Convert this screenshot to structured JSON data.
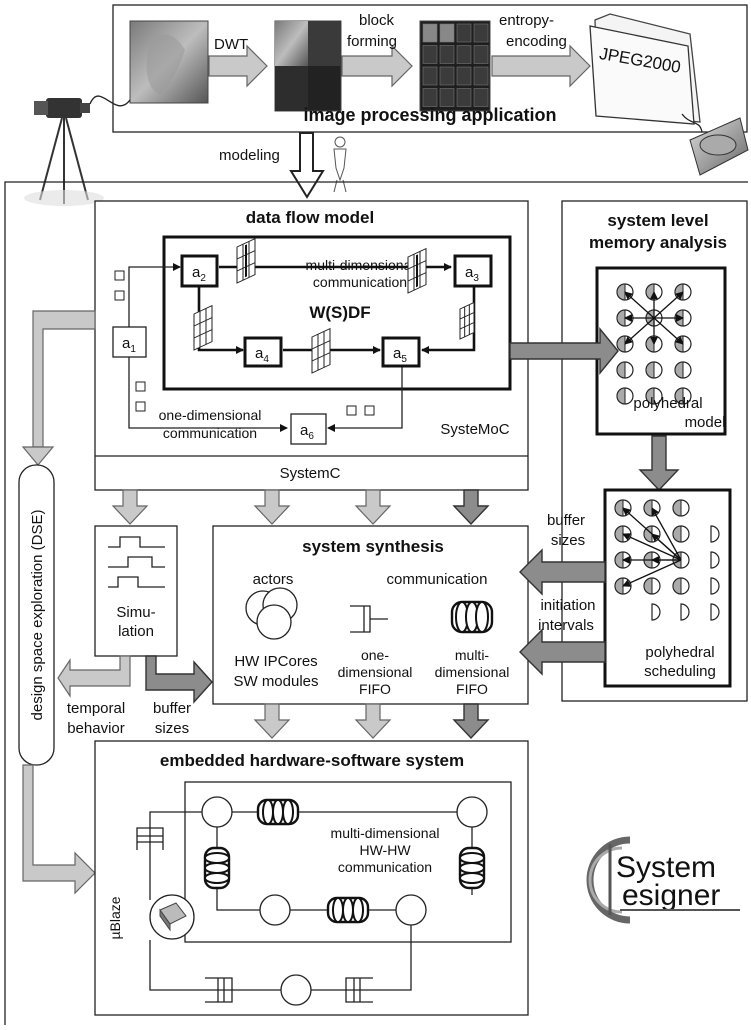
{
  "top": {
    "app_title": "image processing application",
    "steps": [
      "DWT",
      "block",
      "forming",
      "entropy-",
      "encoding"
    ],
    "jpeg_label": "JPEG2000",
    "modeling_label": "modeling"
  },
  "dfm": {
    "title": "data flow model",
    "wsdf": "W(S)DF",
    "md_comm": [
      "multi-dimensional",
      "communication"
    ],
    "od_comm": [
      "one-dimensional",
      "communication"
    ],
    "systemoc": "SysteMoC",
    "systemc": "SystemC",
    "actors": [
      {
        "base": "a",
        "sub": "1"
      },
      {
        "base": "a",
        "sub": "2"
      },
      {
        "base": "a",
        "sub": "3"
      },
      {
        "base": "a",
        "sub": "4"
      },
      {
        "base": "a",
        "sub": "5"
      },
      {
        "base": "a",
        "sub": "6"
      }
    ]
  },
  "memory": {
    "title": [
      "system level",
      "memory analysis"
    ],
    "poly_model": [
      "polyhedral",
      "model"
    ],
    "poly_sched": [
      "polyhedral",
      "scheduling"
    ]
  },
  "synthesis": {
    "title": "system synthesis",
    "actors": "actors",
    "communication": "communication",
    "hw_sw": [
      "HW IPCores",
      "SW modules"
    ],
    "one_dim": [
      "one-",
      "dimensional",
      "FIFO"
    ],
    "multi_dim": [
      "multi-",
      "dimensional",
      "FIFO"
    ],
    "buffer_sizes": [
      "buffer",
      "sizes"
    ],
    "init_intervals": [
      "initiation",
      "intervals"
    ]
  },
  "simulation": {
    "label": [
      "Simu-",
      "lation"
    ],
    "temporal": [
      "temporal",
      "behavior"
    ],
    "buffer": [
      "buffer",
      "sizes"
    ]
  },
  "dse": "design space exploration (DSE)",
  "embedded": {
    "title": "embedded hardware-software system",
    "comm": [
      "multi-dimensional",
      "HW-HW",
      "communication"
    ],
    "ublaze": "µBlaze"
  },
  "logo": [
    "System",
    "esigner"
  ]
}
